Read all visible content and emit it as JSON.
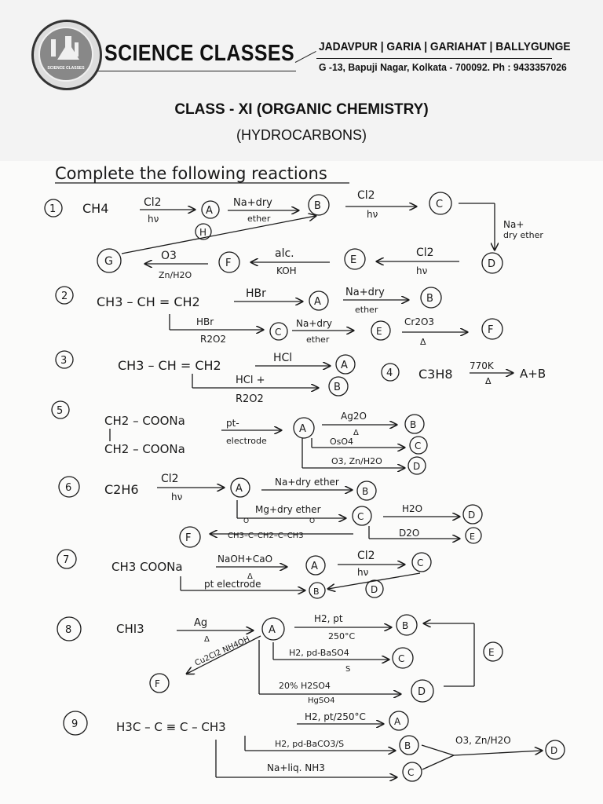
{
  "header": {
    "logo_text": "SCIENCE CLASSES",
    "brand": "SCIENCE CLASSES",
    "branches": "JADAVPUR | GARIA | GARIAHAT | BALLYGUNGE",
    "address": "G -13, Bapuji Nagar, Kolkata - 700092. Ph : 9433357026"
  },
  "title": "CLASS - XI (ORGANIC CHEMISTRY)",
  "subtitle": "(HYDROCARBONS)",
  "worksheet": {
    "instruction": "Complete the following reactions",
    "q1": {
      "num": "1",
      "start": "CH4",
      "r1_top": "Cl2",
      "r1_bot": "hν",
      "A": "A",
      "r2_top": "Na+dry",
      "r2_bot": "ether",
      "B": "B",
      "r3_top": "Cl2",
      "r3_bot": "hν",
      "C": "C",
      "r4": "Na+",
      "r4b": "dry ether",
      "D": "D",
      "r5_top": "Cl2",
      "r5_bot": "hν",
      "E": "E",
      "r6_top": "alc.",
      "r6_bot": "KOH",
      "F": "F",
      "r7_top": "O3",
      "r7_bot": "Zn/H2O",
      "G": "G",
      "H": "H"
    },
    "q2": {
      "num": "2",
      "start": "CH3 – CH = CH2",
      "r1": "HBr",
      "A": "A",
      "r2_top": "Na+dry",
      "r2_bot": "ether",
      "B": "B",
      "r3_top": "HBr",
      "r3_bot": "R2O2",
      "C": "C",
      "r4_top": "Na+dry",
      "r4_bot": "ether",
      "E": "E",
      "r5_top": "Cr2O3",
      "r5_bot": "Δ",
      "F": "F"
    },
    "q3": {
      "num": "3",
      "start": "CH3 – CH = CH2",
      "r1": "HCl",
      "A": "A",
      "r2_top": "HCl +",
      "r2_bot": "R2O2",
      "B": "B"
    },
    "q4": {
      "num": "4",
      "start": "C3H8",
      "cond_top": "770K",
      "cond_bot": "Δ",
      "product": "A+B"
    },
    "q5": {
      "num": "5",
      "start1": "CH2 – COONa",
      "start2": "CH2 – COONa",
      "r1_top": "pt-",
      "r1_bot": "electrode",
      "A": "A",
      "r2_top": "Ag2O",
      "r2_bot": "Δ",
      "B": "B",
      "r3": "OsO4",
      "C": "C",
      "r4": "O3, Zn/H2O",
      "D": "D"
    },
    "q6": {
      "num": "6",
      "start": "C2H6",
      "r1_top": "Cl2",
      "r1_bot": "hν",
      "A": "A",
      "r2": "Na+dry ether",
      "B": "B",
      "r3": "Mg+dry ether",
      "C": "C",
      "r4": "H2O",
      "D": "D",
      "ketone": "CH3–C–CH2–C–CH3",
      "F": "F",
      "r5": "D2O",
      "E": "E"
    },
    "q7": {
      "num": "7",
      "start": "CH3 COONa",
      "r1_top": "NaOH+CaO",
      "r1_bot": "Δ",
      "A": "A",
      "r2_top": "Cl2",
      "r2_bot": "hν",
      "C": "C",
      "r3": "pt electrode",
      "B": "B",
      "D": "D"
    },
    "q8": {
      "num": "8",
      "start": "CHI3",
      "r1_top": "Ag",
      "r1_bot": "Δ",
      "A": "A",
      "r2_top": "H2, pt",
      "r2_bot": "250°C",
      "B": "B",
      "r3_top": "H2, pd-BaSO4",
      "r3_bot": "S",
      "C": "C",
      "r4_top": "20% H2SO4",
      "r4_bot": "HgSO4",
      "D": "D",
      "r5": "Cu2Cl2 NH4OH",
      "F": "F",
      "E": "E"
    },
    "q9": {
      "num": "9",
      "start": "H3C – C ≡ C – CH3",
      "r1": "H2, pt/250°C",
      "A": "A",
      "r2": "H2, pd-BaCO3/S",
      "B": "B",
      "r3": "Na+liq. NH3",
      "C": "C",
      "r4": "O3, Zn/H2O",
      "D": "D"
    }
  }
}
